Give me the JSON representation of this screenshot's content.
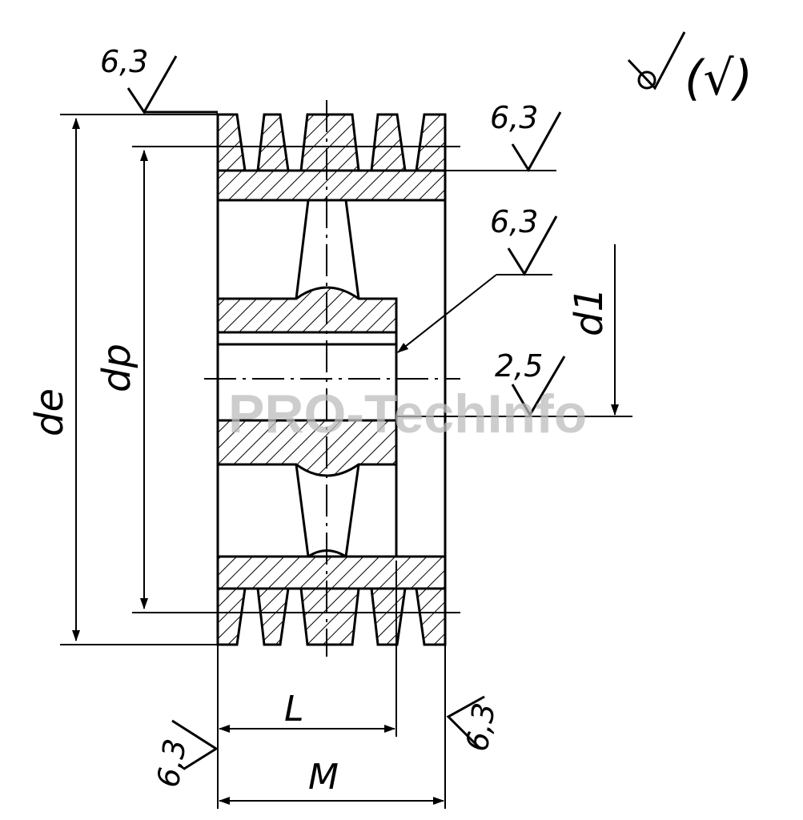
{
  "drawing": {
    "roughness_top_left": "6,3",
    "roughness_top_right": "6,3",
    "roughness_bore": "6,3",
    "roughness_keyway": "2,5",
    "roughness_bottom_left": "6,3",
    "roughness_bottom_right": "6,3",
    "general_symbol_bracket": "(√)",
    "dim_de": "de",
    "dim_dp": "dp",
    "dim_d1": "d1",
    "dim_L": "L",
    "dim_M": "M",
    "watermark": "PRO-TechInfo"
  }
}
